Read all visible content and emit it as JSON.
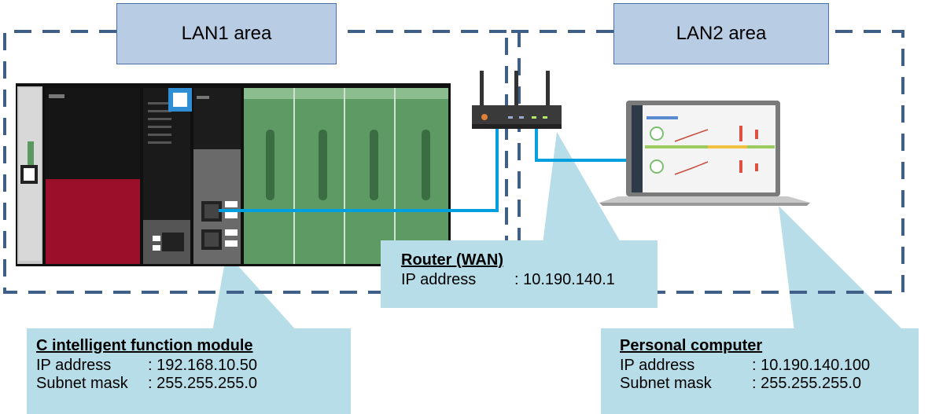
{
  "areas": {
    "lan1": "LAN1 area",
    "lan2": "LAN2 area"
  },
  "router": {
    "title": "Router (WAN)",
    "ip_key": "IP address",
    "ip_value": ": 10.190.140.1"
  },
  "module": {
    "title": "C intelligent function module",
    "ip_key": "IP address",
    "ip_value": ": 192.168.10.50",
    "mask_key": "Subnet mask",
    "mask_value": ": 255.255.255.0"
  },
  "computer": {
    "title": "Personal computer",
    "ip_key": "IP address",
    "ip_value": ": 10.190.140.100",
    "mask_key": "Subnet mask",
    "mask_value": ": 255.255.255.0"
  },
  "colors": {
    "area_border": "#3f5f87",
    "label_fill": "#b8cce4",
    "callout_fill": "#b7dde8",
    "cable": "#00a0e0",
    "plc_red": "#9b0f2a",
    "module_green": "#5e9a64"
  }
}
